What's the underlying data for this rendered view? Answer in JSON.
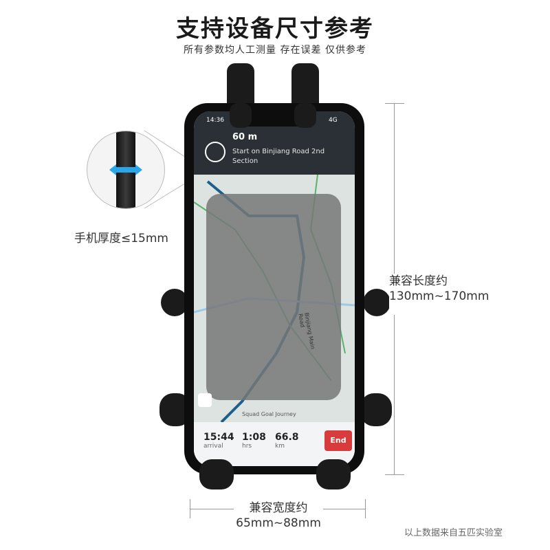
{
  "header": {
    "title": "支持设备尺寸参考",
    "subtitle": "所有参数均人工测量 存在误差 仅供参考"
  },
  "callouts": {
    "thickness": "手机厚度≤15mm",
    "length_label": "兼容长度约",
    "length_value": "130mm~170mm",
    "width_label": "兼容宽度约",
    "width_value": "65mm~88mm"
  },
  "footer": {
    "source_note": "以上数据来自五匹实验室"
  },
  "phone_screen": {
    "status_time": "14:36",
    "status_net": "4G",
    "distance": "60 m",
    "instruction": "Start on Binjiang Road 2nd Section",
    "map_road_label": "Binjiang Main Road",
    "map_watermark": "Squad Goal Journey",
    "stats": [
      {
        "value": "15:44",
        "unit": "arrival"
      },
      {
        "value": "1:08",
        "unit": "hrs"
      },
      {
        "value": "66.8",
        "unit": "km"
      }
    ],
    "end_button": "End"
  },
  "colors": {
    "accent_arrow": "#2aa7e8",
    "end_button": "#d83b3b"
  }
}
